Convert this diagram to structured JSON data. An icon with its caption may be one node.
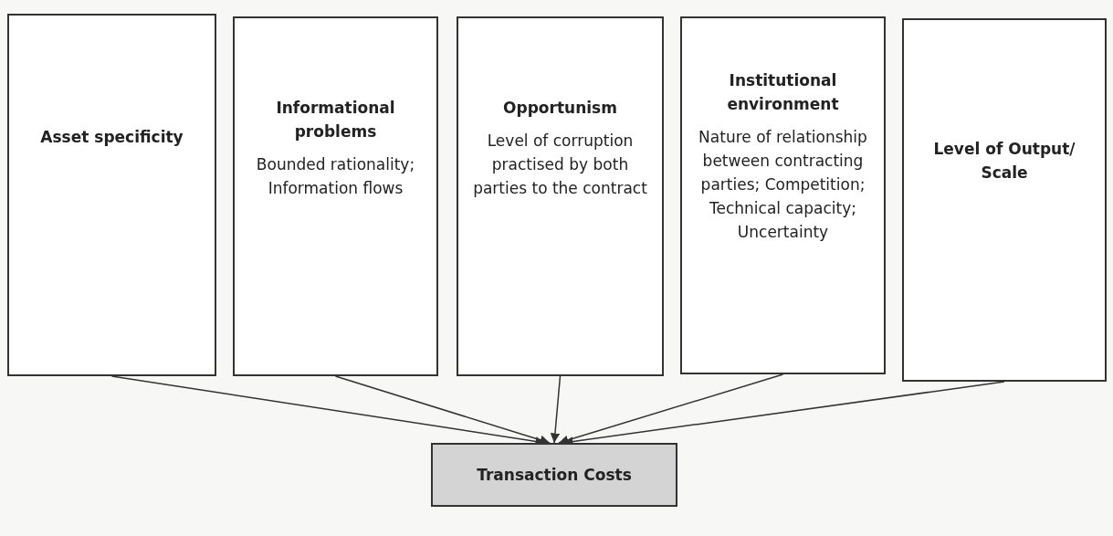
{
  "diagram": {
    "nodes": [
      {
        "text": [
          "Asset specificity"
        ]
      },
      {
        "text": [
          "Informational problems",
          "Bounded rationality; Information flows"
        ]
      },
      {
        "text": [
          "Opportunism",
          "Level of corruption practised by both parties to the contract"
        ]
      },
      {
        "text": [
          "Institutional environment",
          "Nature of relationship between contracting parties; Competition; Technical capacity; Uncertainty"
        ]
      },
      {
        "text": [
          "Level of Output/ Scale"
        ]
      },
      {
        "text": [
          "Transaction Costs"
        ]
      }
    ],
    "edges": [
      {
        "from": 0,
        "to": 5,
        "arrow": "to"
      },
      {
        "from": 1,
        "to": 5,
        "arrow": "to"
      },
      {
        "from": 2,
        "to": 5,
        "arrow": "to"
      },
      {
        "from": 3,
        "to": 5,
        "arrow": "to"
      },
      {
        "from": 4,
        "to": 5,
        "arrow": "to"
      }
    ]
  }
}
